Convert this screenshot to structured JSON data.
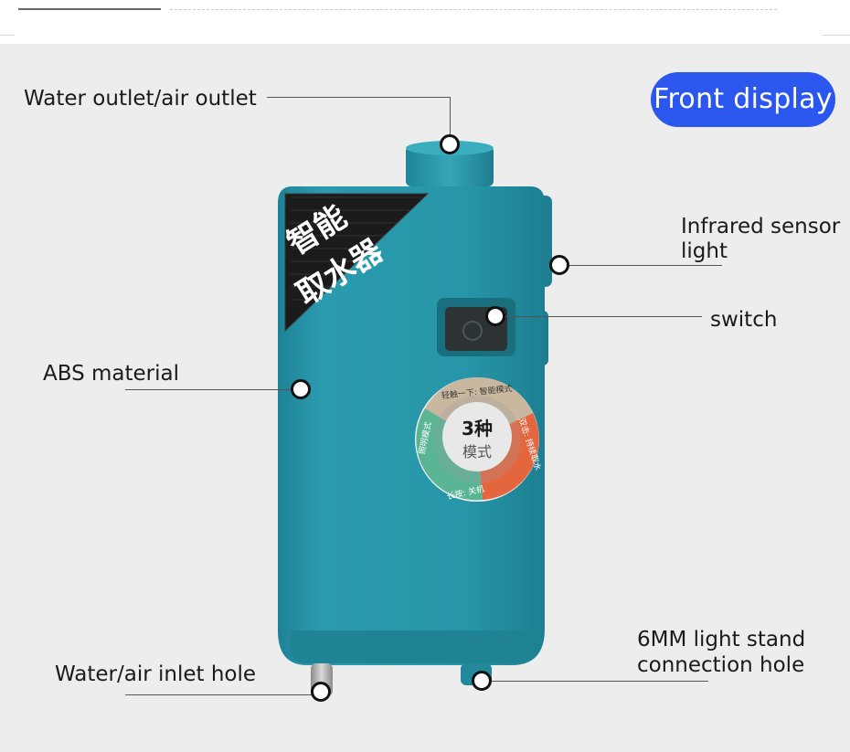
{
  "badge": {
    "label": "Front display"
  },
  "callouts": {
    "outlet": "Water outlet/air outlet",
    "sensor_line1": "Infrared sensor",
    "sensor_line2": "light",
    "switch": "switch",
    "material": "ABS material",
    "inlet": "Water/air inlet hole",
    "stand_line1": "6MM light stand",
    "stand_line2": "connection hole"
  },
  "device": {
    "corner_text_line1": "智能",
    "corner_text_line2": "取水器",
    "dial_center_line1": "3种",
    "dial_center_line2": "模式",
    "dial_ring_top": "轻触一下: 智能模式",
    "dial_ring_right": "双击: 持续取水",
    "dial_ring_bottom": "长按: 关机",
    "dial_ring_left": "照明模式",
    "body_color": "#2796a9",
    "dial_colors": [
      "#c9b79f",
      "#e4663f",
      "#59b594"
    ]
  }
}
